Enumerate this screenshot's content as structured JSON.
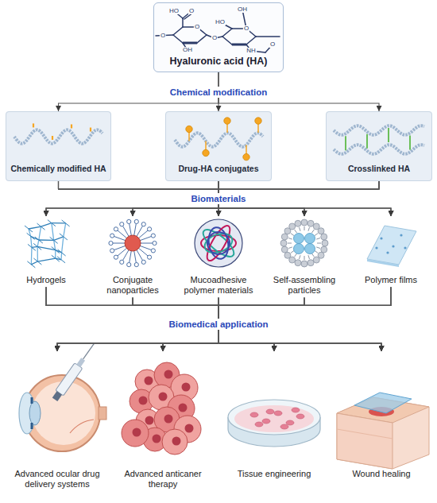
{
  "diagram": {
    "nodes": [
      {
        "text": [
          "Hyaluronic acid (HA)"
        ]
      },
      {
        "text": [
          "Chemically modified HA"
        ]
      },
      {
        "text": [
          "Drug-HA conjugates"
        ]
      },
      {
        "text": [
          "Crosslinked HA"
        ]
      },
      {
        "text": [
          "Hydrogels"
        ]
      },
      {
        "text": [
          "Conjugate nanoparticles"
        ]
      },
      {
        "text": [
          "Mucoadhesive polymer materials"
        ]
      },
      {
        "text": [
          "Self-assembling particles"
        ]
      },
      {
        "text": [
          "Polymer films"
        ]
      },
      {
        "text": [
          "Advanced ocular drug delivery systems"
        ]
      },
      {
        "text": [
          "Advanced anticaner therapy"
        ]
      },
      {
        "text": [
          "Tissue engineering"
        ]
      },
      {
        "text": [
          "Wound healing"
        ]
      }
    ],
    "edges": [
      {
        "from": 0,
        "to": 1,
        "arrow": "to"
      },
      {
        "from": 0,
        "to": 2,
        "arrow": "to"
      },
      {
        "from": 0,
        "to": 3,
        "arrow": "to"
      },
      {
        "from": 1,
        "to": 4,
        "arrow": "to"
      },
      {
        "from": 1,
        "to": 5,
        "arrow": "to"
      },
      {
        "from": 1,
        "to": 6,
        "arrow": "to"
      },
      {
        "from": 1,
        "to": 7,
        "arrow": "to"
      },
      {
        "from": 1,
        "to": 8,
        "arrow": "to"
      },
      {
        "from": 2,
        "to": 4,
        "arrow": "to"
      },
      {
        "from": 2,
        "to": 5,
        "arrow": "to"
      },
      {
        "from": 2,
        "to": 6,
        "arrow": "to"
      },
      {
        "from": 2,
        "to": 7,
        "arrow": "to"
      },
      {
        "from": 2,
        "to": 8,
        "arrow": "to"
      },
      {
        "from": 3,
        "to": 4,
        "arrow": "to"
      },
      {
        "from": 3,
        "to": 5,
        "arrow": "to"
      },
      {
        "from": 3,
        "to": 6,
        "arrow": "to"
      },
      {
        "from": 3,
        "to": 7,
        "arrow": "to"
      },
      {
        "from": 3,
        "to": 8,
        "arrow": "to"
      },
      {
        "from": 4,
        "to": 9,
        "arrow": "to"
      },
      {
        "from": 4,
        "to": 10,
        "arrow": "to"
      },
      {
        "from": 4,
        "to": 11,
        "arrow": "to"
      },
      {
        "from": 4,
        "to": 12,
        "arrow": "to"
      },
      {
        "from": 5,
        "to": 9,
        "arrow": "to"
      },
      {
        "from": 5,
        "to": 10,
        "arrow": "to"
      },
      {
        "from": 5,
        "to": 11,
        "arrow": "to"
      },
      {
        "from": 5,
        "to": 12,
        "arrow": "to"
      },
      {
        "from": 6,
        "to": 9,
        "arrow": "to"
      },
      {
        "from": 6,
        "to": 10,
        "arrow": "to"
      },
      {
        "from": 6,
        "to": 11,
        "arrow": "to"
      },
      {
        "from": 6,
        "to": 12,
        "arrow": "to"
      },
      {
        "from": 7,
        "to": 9,
        "arrow": "to"
      },
      {
        "from": 7,
        "to": 10,
        "arrow": "to"
      },
      {
        "from": 7,
        "to": 11,
        "arrow": "to"
      },
      {
        "from": 7,
        "to": 12,
        "arrow": "to"
      },
      {
        "from": 8,
        "to": 9,
        "arrow": "to"
      },
      {
        "from": 8,
        "to": 10,
        "arrow": "to"
      },
      {
        "from": 8,
        "to": 11,
        "arrow": "to"
      },
      {
        "from": 8,
        "to": 12,
        "arrow": "to"
      }
    ],
    "labels": [
      "HO",
      "O",
      "OH",
      "HO",
      "O",
      "O",
      "O",
      "O",
      "OH",
      "NH",
      "O",
      "Chemical modification",
      "Biomaterials",
      "Biomedical application"
    ]
  }
}
